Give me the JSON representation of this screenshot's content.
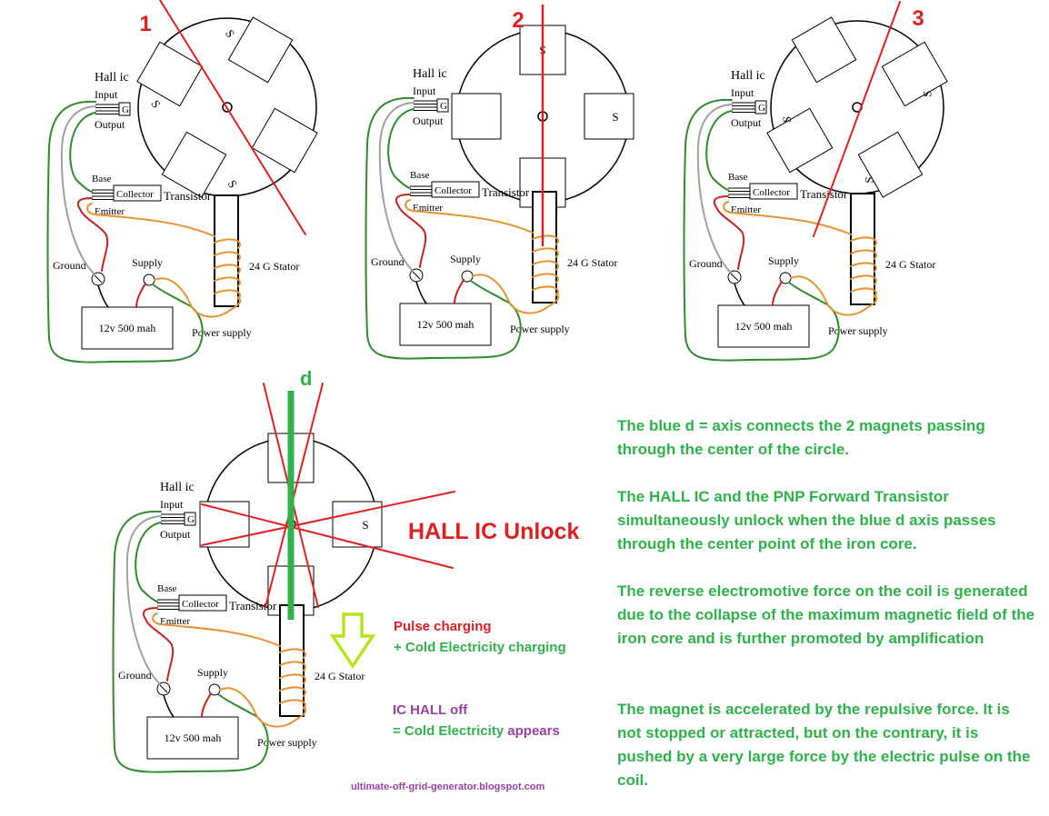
{
  "diagram": {
    "panels": [
      {
        "number": "1",
        "color": "#e02020"
      },
      {
        "number": "2",
        "color": "#e02020"
      },
      {
        "number": "3",
        "color": "#e02020"
      }
    ],
    "labels": {
      "hall_ic": "Hall ic",
      "input": "Input",
      "g": "G",
      "ground_pin": "Ground",
      "output": "Output",
      "base": "Base",
      "collector": "Collector",
      "transistor": "Transistor",
      "emitter": "Emitter",
      "ground": "Ground",
      "supply": "Supply",
      "stator": "24 G Stator",
      "battery": "12v 500 mah",
      "power_supply": "Power supply",
      "south": "S"
    },
    "axis_label": "d",
    "unlock_title": "HALL IC Unlock",
    "pulse_charging": "Pulse charging",
    "cold_charging": "+ Cold Electricity charging",
    "ic_hall_off": "IC HALL off",
    "cold_appears_prefix": "=  Cold Electricity",
    "cold_appears_suffix": "appears",
    "website": "ultimate-off-grid-generator.blogspot.com",
    "colors": {
      "wire_green": "#2e8b2e",
      "wire_red": "#cc1f1f",
      "wire_orange": "#e8912e",
      "wire_gray": "#a0a0a0",
      "axis_green": "#2eb34a",
      "cut_red": "#e02020",
      "arrow_lime": "#b5e61d",
      "text_green": "#2eb34a",
      "text_purple": "#9b3fa8",
      "text_red": "#e02020"
    }
  },
  "explanation": [
    "The blue d = axis connects the 2 magnets passing through the center of the circle.",
    "The HALL IC and the PNP Forward Transistor simultaneously unlock when the blue d axis passes through the center point of the iron core.",
    "The reverse electromotive force on the coil is generated due to the collapse of the maximum magnetic field of the iron core and is further promoted by amplification",
    "The magnet is accelerated by the repulsive force. It is not stopped or attracted, but on the contrary, it is pushed by a very large force by the electric pulse on the coil."
  ]
}
